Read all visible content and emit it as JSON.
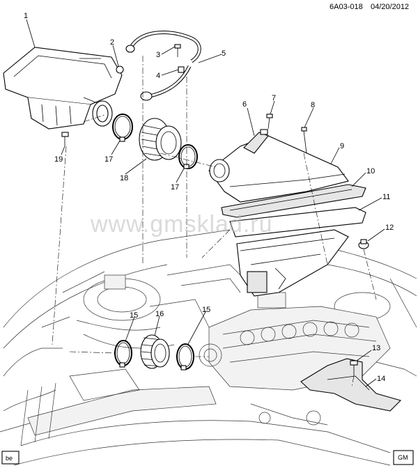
{
  "header": {
    "diagram_code": "6A03-018",
    "date": "04/20/2012"
  },
  "watermark": "www.gmsklad.ru",
  "corner_tag": "be",
  "logo_text": "GM",
  "callouts": [
    {
      "id": "c1",
      "label": "1"
    },
    {
      "id": "c2",
      "label": "2"
    },
    {
      "id": "c3",
      "label": "3"
    },
    {
      "id": "c4",
      "label": "4"
    },
    {
      "id": "c5",
      "label": "5"
    },
    {
      "id": "c6",
      "label": "6"
    },
    {
      "id": "c7",
      "label": "7"
    },
    {
      "id": "c8",
      "label": "8"
    },
    {
      "id": "c9",
      "label": "9"
    },
    {
      "id": "c10",
      "label": "10"
    },
    {
      "id": "c11",
      "label": "11"
    },
    {
      "id": "c12",
      "label": "12"
    },
    {
      "id": "c13",
      "label": "13"
    },
    {
      "id": "c14",
      "label": "14"
    },
    {
      "id": "c15a",
      "label": "15"
    },
    {
      "id": "c15b",
      "label": "15"
    },
    {
      "id": "c16",
      "label": "16"
    },
    {
      "id": "c17a",
      "label": "17"
    },
    {
      "id": "c17b",
      "label": "17"
    },
    {
      "id": "c18",
      "label": "18"
    },
    {
      "id": "c19",
      "label": "19"
    }
  ]
}
